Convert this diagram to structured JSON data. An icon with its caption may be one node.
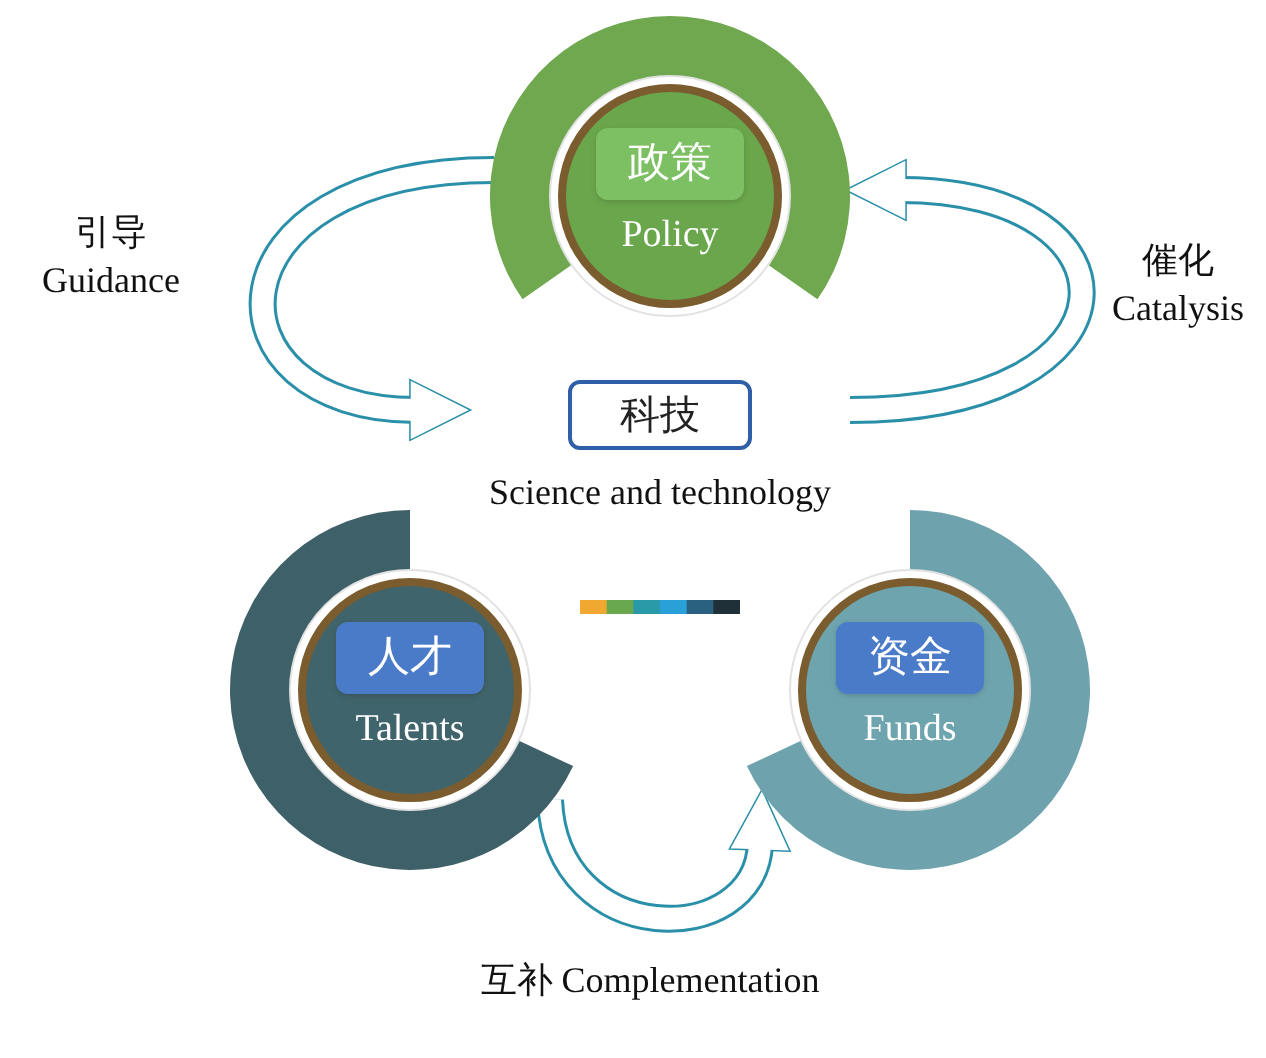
{
  "diagram": {
    "nodes": [
      {
        "text": [
          "政策",
          "Policy"
        ]
      },
      {
        "text": [
          "人才",
          "Talents"
        ]
      },
      {
        "text": [
          "资金",
          "Funds"
        ]
      },
      {
        "text": [
          "科技",
          "Science and technology"
        ]
      }
    ],
    "edges": [
      {
        "from": 0,
        "to": 3,
        "arrow": "to",
        "label": "引导 Guidance"
      },
      {
        "from": 3,
        "to": 0,
        "arrow": "to",
        "label": "催化 Catalysis"
      },
      {
        "from": 1,
        "to": 2,
        "arrow": "to",
        "label": "互补 Complementation"
      }
    ]
  }
}
